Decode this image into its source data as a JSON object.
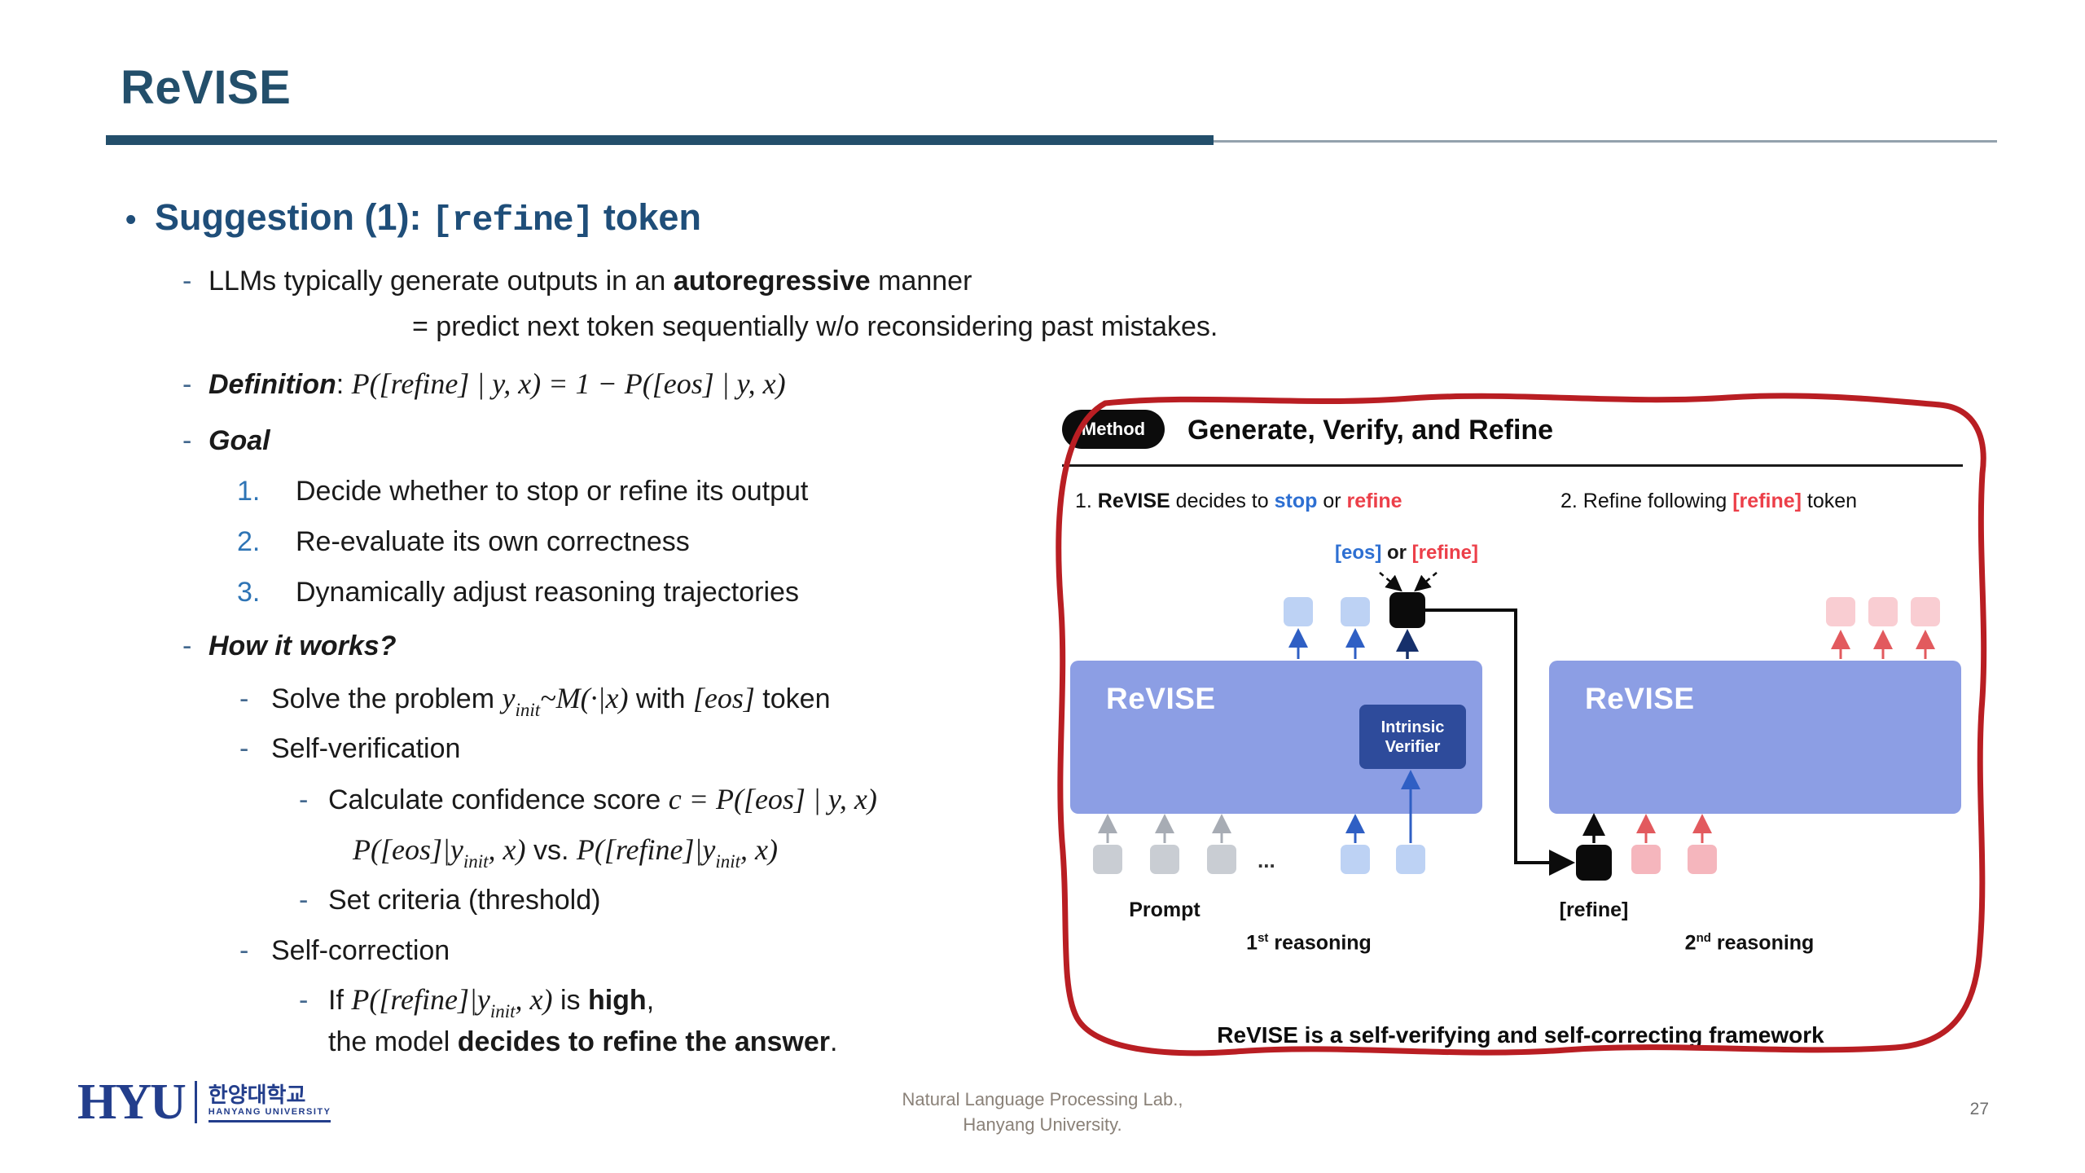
{
  "ui": {
    "bullet": "•",
    "dash": "-"
  },
  "slide": {
    "title": "ReVISE",
    "page_number": "27",
    "footer_line1": "Natural Language Processing Lab.,",
    "footer_line2": "Hanyang University.",
    "logo": {
      "acronym": "HYU",
      "korean": "한양대학교",
      "subtitle": "HANYANG UNIVERSITY"
    }
  },
  "content": {
    "heading": {
      "prefix": "Suggestion (1): ",
      "code": "[refine]",
      "suffix": " token"
    },
    "line_autoregressive": {
      "t1": "LLMs typically generate outputs in an ",
      "b1": "autoregressive",
      "t2": " manner"
    },
    "line_predict": "= predict next token sequentially w/o reconsidering past mistakes.",
    "definition": {
      "label": "Definition",
      "colon": ": ",
      "math": "P([refine] | y, x)  =  1 − P([eos] | y, x)"
    },
    "goal": {
      "label": "Goal",
      "items": [
        {
          "num": "1.",
          "text": "Decide whether to stop or refine its output"
        },
        {
          "num": "2.",
          "text": "Re-evaluate its own correctness"
        },
        {
          "num": "3.",
          "text": "Dynamically adjust reasoning trajectories"
        }
      ]
    },
    "how": {
      "label": "How it works?",
      "solve": {
        "t1": "Solve the problem ",
        "m1": "y",
        "sub1": "init",
        "m2": "~M(·|x)",
        "t2": " with ",
        "m3": "[eos]",
        "t3": " token"
      },
      "self_verification": "Self-verification",
      "calc": {
        "t1": "Calculate confidence score ",
        "math": "c = P([eos] | y, x)"
      },
      "compare": {
        "m1": "P([eos]|y",
        "sub1": "init",
        "m2": ", x)",
        "t1": " vs. ",
        "m3": "P([refine]|y",
        "sub2": "init",
        "m4": ", x)"
      },
      "criteria": "Set criteria (threshold)",
      "self_correction": "Self-correction",
      "ifline": {
        "t1": "If ",
        "m1": "P([refine]|y",
        "sub1": "init",
        "m2": ", x)",
        "t2": " is ",
        "b1": "high",
        "t3": ","
      },
      "lastline": {
        "t1": "the model ",
        "b1": "decides to refine the answer",
        "t2": "."
      }
    }
  },
  "figure": {
    "method_badge": "Method",
    "title": "Generate, Verify, and Refine",
    "step1": {
      "t1": "1. ",
      "b1": "ReVISE",
      "t2": " decides to ",
      "stop": "stop",
      "t3": " or ",
      "refine": "refine"
    },
    "step2": {
      "t1": "2. Refine following ",
      "refine": "[refine]",
      "t2": " token"
    },
    "token_label": {
      "eos": "[eos]",
      "or": " or ",
      "refine": "[refine]"
    },
    "block1_label": "ReVISE",
    "block2_label": "ReVISE",
    "verifier_line1": "Intrinsic",
    "verifier_line2": "Verifier",
    "ellipsis": "...",
    "prompt_label": "Prompt",
    "reasoning1": {
      "num": "1",
      "sup": "st",
      "text": " reasoning"
    },
    "refine_token_label": "[refine]",
    "reasoning2": {
      "num": "2",
      "sup": "nd",
      "text": " reasoning"
    },
    "caption": {
      "t1": "ReVISE is a ",
      "b1": "self-verifying",
      "t2": " and ",
      "b2": "self-correcting",
      "t3": " framework"
    },
    "colors": {
      "border_red": "#B91E23",
      "text_blue": "#2D6FD2",
      "text_red": "#EC3F49",
      "block": "#8C9EE4",
      "verifier": "#2E4B9B",
      "token_blue": "#BDD2F4",
      "token_pink": "#F5B6BD",
      "token_pink_light": "#F9CDD2",
      "token_gray": "#C9CDD3",
      "token_black": "#0B0B0B"
    }
  }
}
